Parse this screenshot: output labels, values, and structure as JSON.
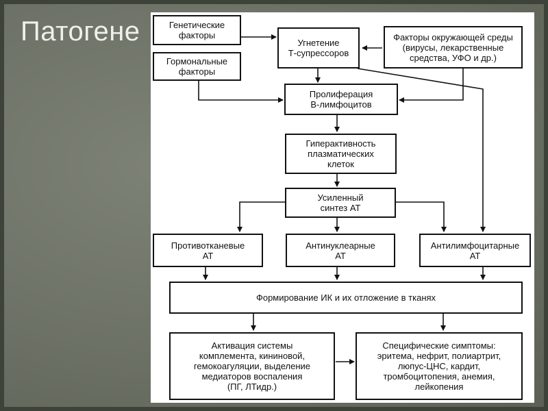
{
  "slide": {
    "title": "Патогене"
  },
  "boxes": {
    "genetic": "Генетические\nфакторы",
    "hormonal": "Гормональные\nфакторы",
    "suppression": "Угнетение\nТ-супрессоров",
    "environment": "Факторы окружающей среды\n(вирусы, лекарственные\nсредства, УФО и др.)",
    "proliferation": "Пролиферация\nВ-лимфоцитов",
    "hyperactivity": "Гиперактивность\nплазматических\nклеток",
    "synthesis": "Усиленный\nсинтез АТ",
    "antitissue": "Противотканевые\nАТ",
    "antinuclear": "Антинуклеарные\nАТ",
    "antilymph": "Антилимфоцитарные\nАТ",
    "immune_complex": "Формирование ИК и их отложение в тканях",
    "complement": "Активация системы\nкомплемента, кининовой,\nгемокоагуляции, выделение\nмедиаторов воспаления\n(ПГ, ЛТидр.)",
    "symptoms": "Специфические симптомы:\nэритема, нефрит, полиартрит,\nлюпус-ЦНС, кардит,\nтромбоцитопения, анемия,\nлейкопения"
  }
}
